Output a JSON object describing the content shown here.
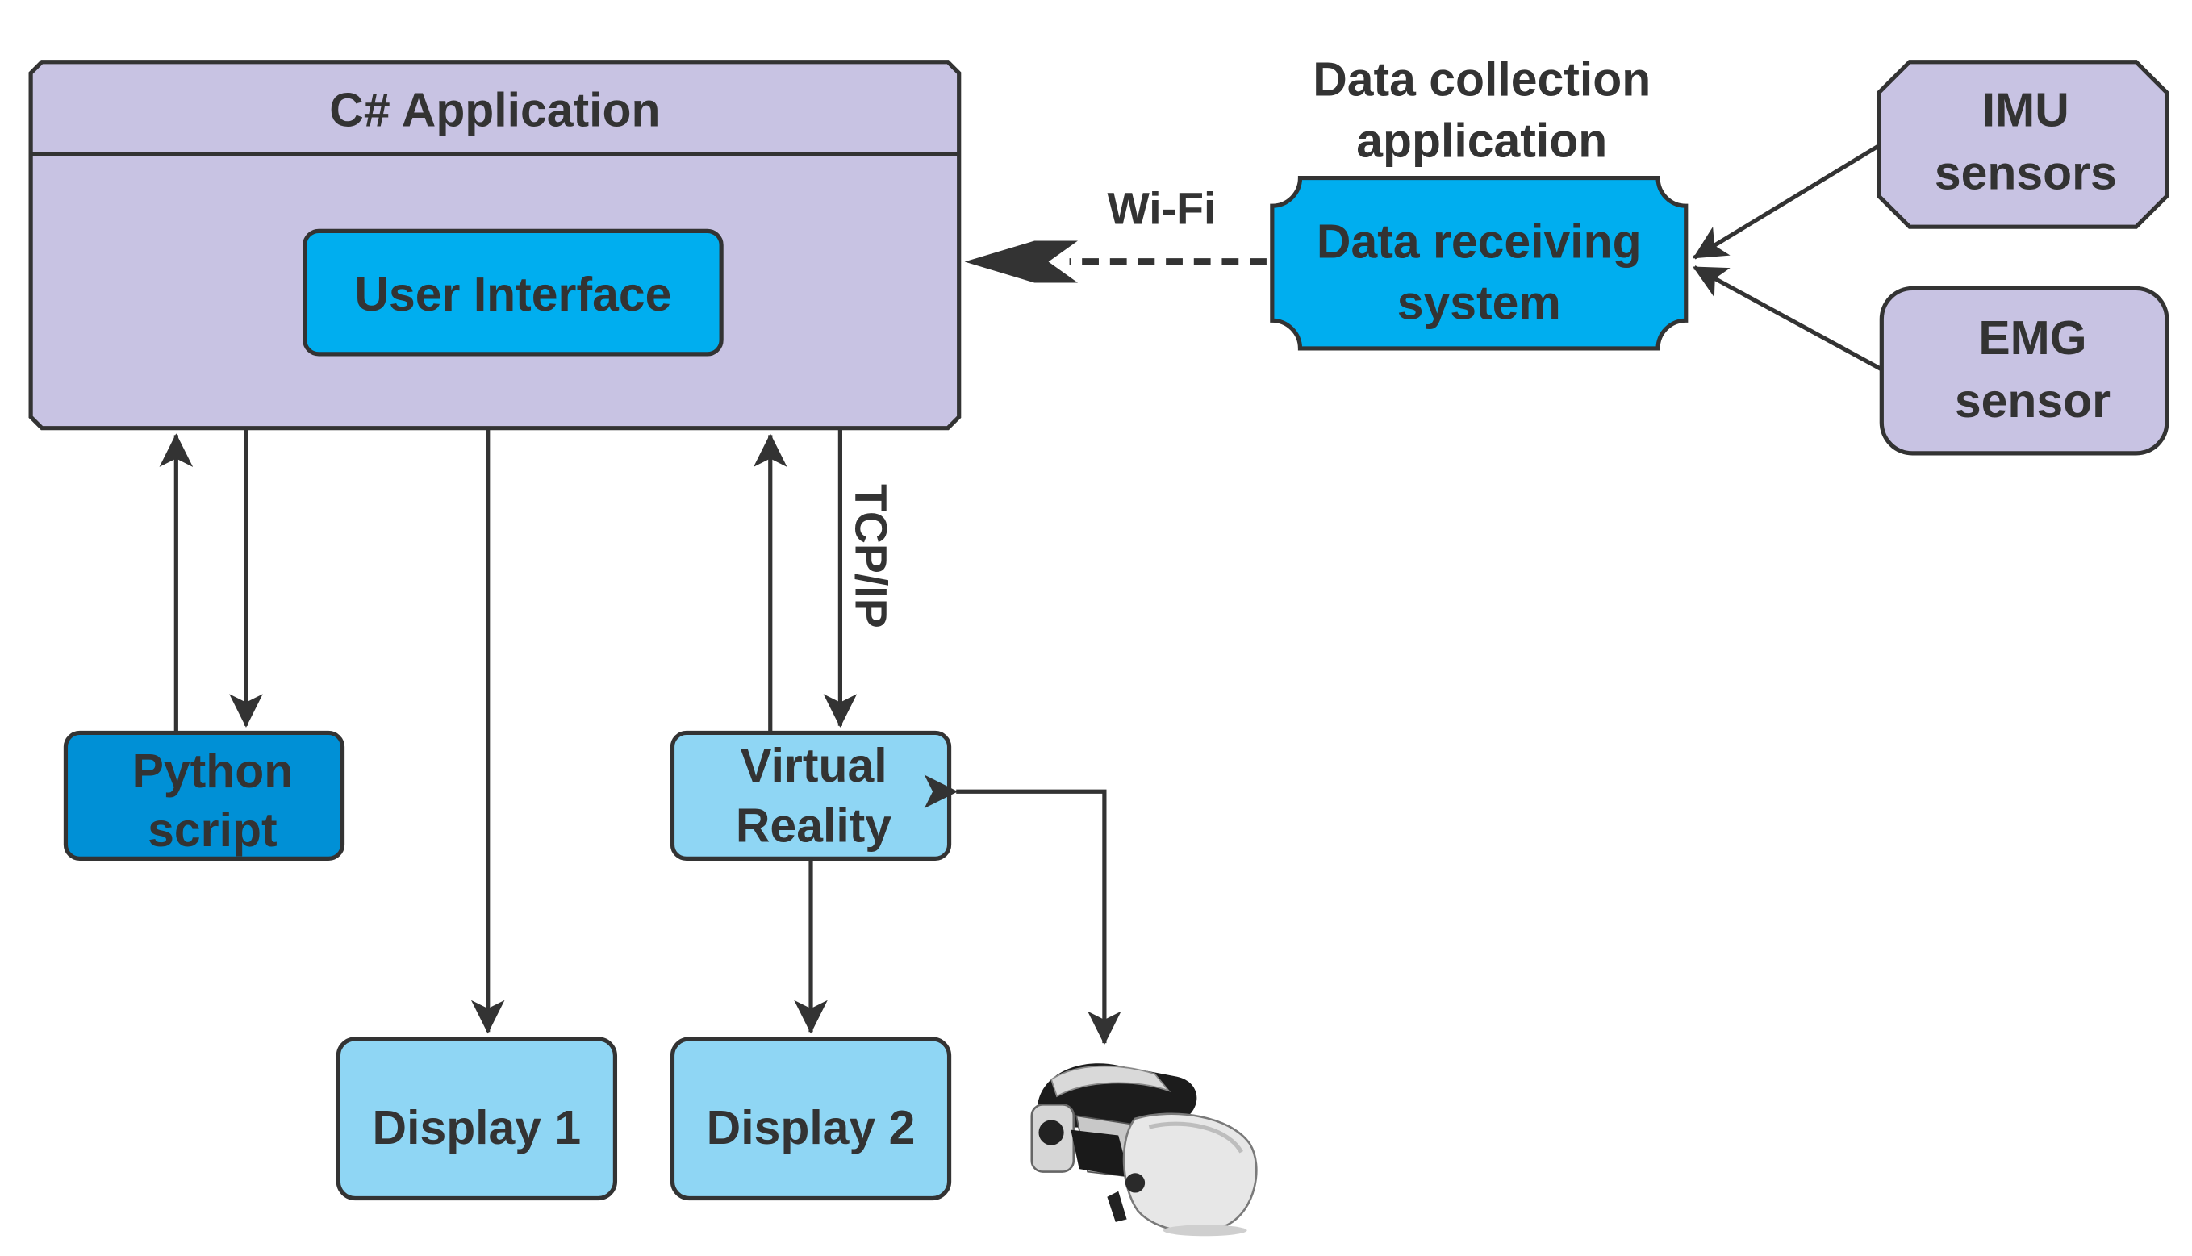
{
  "colors": {
    "lavender": "#c8c3e3",
    "cyan": "#00aeef",
    "blue": "#0090d6",
    "light_blue": "#8fd6f4",
    "stroke": "#333333",
    "text": "#333333"
  },
  "csharp_app": {
    "title": "C# Application"
  },
  "user_interface": {
    "label": "User Interface"
  },
  "data_collection": {
    "line1": "Data collection",
    "line2": "application"
  },
  "data_receiving": {
    "line1": "Data receiving",
    "line2": "system"
  },
  "imu": {
    "line1": "IMU",
    "line2": "sensors"
  },
  "emg": {
    "line1": "EMG",
    "line2": "sensor"
  },
  "python": {
    "line1": "Python",
    "line2": "script"
  },
  "vr": {
    "line1": "Virtual",
    "line2": "Reality"
  },
  "display1": {
    "label": "Display 1"
  },
  "display2": {
    "label": "Display 2"
  },
  "connections": {
    "wifi": "Wi-Fi",
    "tcpip": "TCP/IP"
  },
  "icons": {
    "headset": "vr-headset-icon"
  }
}
